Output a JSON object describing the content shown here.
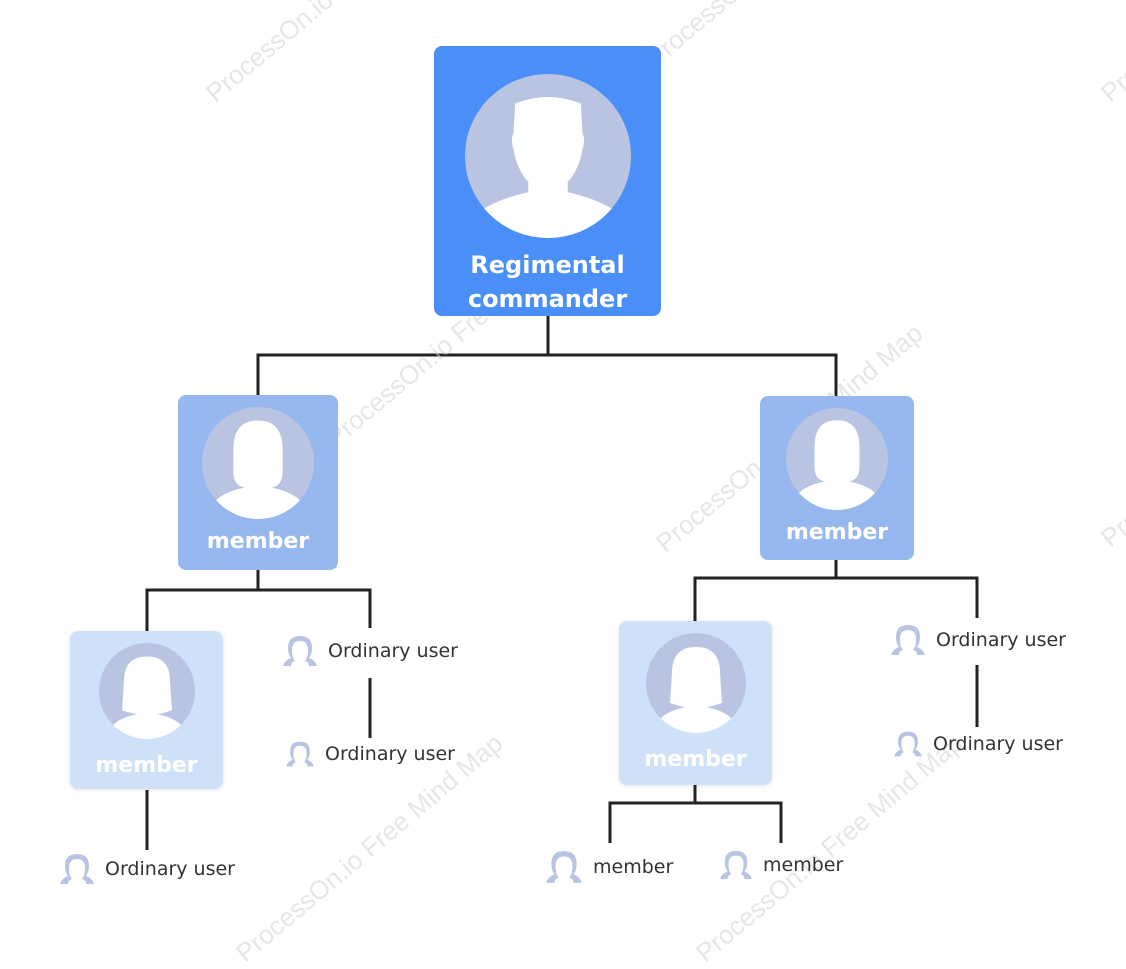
{
  "watermark": "ProcessOn.io Free Mind Map",
  "root": {
    "label": "Regimental commander",
    "icon": "male-avatar-icon"
  },
  "left_branch": {
    "label": "member",
    "icon": "female-avatar-icon",
    "child_card": {
      "label": "member",
      "icon": "female-long-hair-avatar-icon",
      "children": [
        {
          "label": "Ordinary user",
          "icon": "user-icon"
        }
      ]
    },
    "child_user": {
      "label": "Ordinary user",
      "icon": "user-icon",
      "children": [
        {
          "label": "Ordinary user",
          "icon": "user-icon"
        }
      ]
    }
  },
  "right_branch": {
    "label": "member",
    "icon": "female-avatar-icon",
    "child_card": {
      "label": "member",
      "icon": "female-long-hair-avatar-icon",
      "children": [
        {
          "label": "member",
          "icon": "user-icon"
        },
        {
          "label": "member",
          "icon": "user-icon"
        }
      ]
    },
    "child_user": {
      "label": "Ordinary user",
      "icon": "user-icon",
      "children": [
        {
          "label": "Ordinary user",
          "icon": "user-icon"
        }
      ]
    }
  },
  "colors": {
    "level1": "#4a8ff7",
    "level2": "#96b8ef",
    "level3": "#cfe0f9",
    "avatar_bg": "#b9c4e2",
    "connector": "#222222",
    "text": "#333333"
  }
}
